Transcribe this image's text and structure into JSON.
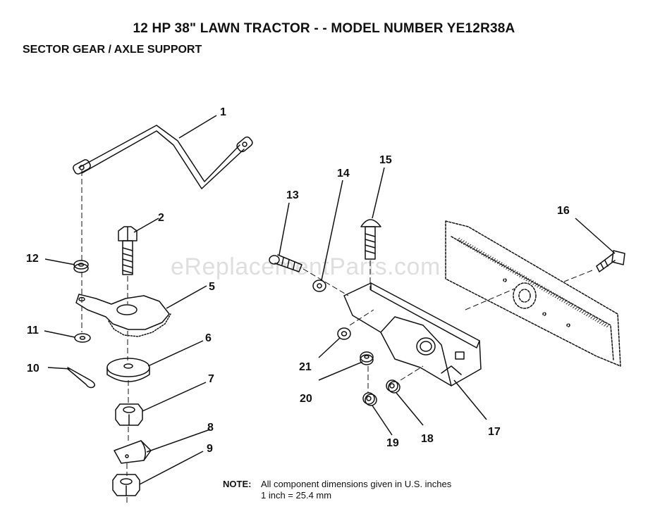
{
  "header": {
    "title": "12 HP 38\" LAWN TRACTOR - - MODEL NUMBER YE12R38A",
    "subtitle": "SECTOR GEAR / AXLE SUPPORT"
  },
  "watermark": "eReplacementParts.com",
  "callouts": [
    "1",
    "2",
    "5",
    "6",
    "7",
    "8",
    "9",
    "10",
    "11",
    "12",
    "13",
    "14",
    "15",
    "16",
    "17",
    "18",
    "19",
    "20",
    "21"
  ],
  "note": {
    "label": "NOTE:",
    "line1": "All component dimensions given in U.S. inches",
    "line2": "1 inch = 25.4 mm"
  },
  "colors": {
    "ink": "#111111",
    "watermark": "#d0d0d0"
  }
}
